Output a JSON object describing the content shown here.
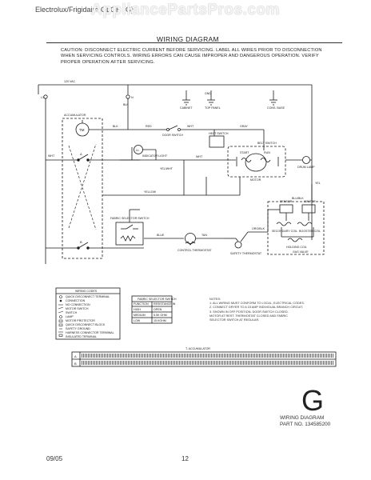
{
  "header": {
    "watermark": "AppliancePartsPros.com",
    "running_title": "Electrolux/Frigidaire  GLGR (G)",
    "title": "WIRING DIAGRAM",
    "caution": "CAUTION: DISCONNECT ELECTRIC CURRENT BEFORE SERVICING. LABEL ALL WIRES PRIOR TO DISCONNECTION WHEN SERVICING CONTROLS. WIRING ERRORS CAN CAUSE IMPROPER AND DANGEROUS OPERATION. VERIFY PROPER OPERATION AFTER SERVICING."
  },
  "diagram": {
    "supply": {
      "voltage": "120 VAC",
      "l1": "L1",
      "n": "N"
    },
    "colors": {
      "line": "#1a1a1a",
      "dashed": "#444444"
    },
    "wire_labels": {
      "blk_top": "BLK",
      "blk_mid": "BLK",
      "red": "RED",
      "wht_top": "WHT",
      "gray": "GRAY",
      "wht_mid": "WHT",
      "yel_wht": "YEL/WHT",
      "yellow": "YELLOW",
      "blue": "BLUE",
      "tan": "TAN",
      "yel": "YEL",
      "org_blk": "ORG/BLK",
      "blu_blk": "BLU/BLK",
      "wht_lower": "WHT",
      "gnd": "GND"
    },
    "components": {
      "accumulator": "ACCUMULATOR",
      "timer_motor": "TM",
      "timer_a": "A",
      "timer_b": "B",
      "door_switch": "DOOR SWITCH",
      "heat_switch": "HEAT SWITCH",
      "indicator_light": "LL",
      "indicator_label": "INDICATOR LIGHT",
      "drive_motor": "MOTOR",
      "start_winding": "START",
      "run_winding": "RUN",
      "belt_switch": "BELT SWITCH",
      "drum_lamp": "DRUM LAMP",
      "fabric_selector": "FABRIC SELECTOR SWITCH",
      "control_thermostat": "CONTROL THERMOSTAT",
      "safety_thermostat": "SAFETY THERMOSTAT",
      "sensor": "SENSOR",
      "igniter": "IGNITER",
      "secondary_coil": "SECONDARY COIL",
      "booster_coil": "BOOSTER COIL",
      "holding_coil": "HOLDING COIL",
      "gas_valve": "GAS VALVE",
      "cabinet_ground": "CABINET",
      "top_panel_ground": "TOP PANEL",
      "cons_ground": "CONS. BASE"
    },
    "legend": {
      "title": "WIRING CODES",
      "items": [
        "QUICK DISCONNECT TERMINAL",
        "CONNECTION",
        "NO CONNECTION",
        "MOTOR SWITCH",
        "SWITCH",
        "LAMP",
        "MOTOR PROTECTOR",
        "QUICK DISCONNECT BLOCK",
        "SAFETY GROUND",
        "HARNESS CONNECTOR TERMINAL",
        "INSULATED TERMINAL"
      ]
    },
    "fabric_table": {
      "title": "FABRIC SELECTOR SWITCH",
      "headers": [
        "FUNCTION",
        "RESISTANCE IN"
      ],
      "rows": [
        [
          "HIGH",
          "OPEN"
        ],
        [
          "MEDIUM",
          "5.5K OHM"
        ],
        [
          "LOW",
          "15 KOHM"
        ]
      ]
    },
    "notes": {
      "title": "NOTES:",
      "items": [
        "1. ALL WIRING MUST CONFORM TO LOCAL, ELECTRICAL CODES.",
        "2. CONNECT DRYER TO A 15 AMP INDIVIDUAL BRANCH CIRCUIT.",
        "3. SHOWN IN OFF POSITION. DOOR SWITCH CLOSED.",
        "   MOTOR AT REST. THERMOSTAT CLOSED AND FABRIC",
        "   SELECTOR SWITCH AT REGULAR."
      ]
    },
    "timer_chart": {
      "title": "T. ACCUMULATOR",
      "rows": [
        "A",
        "B"
      ]
    }
  },
  "footer": {
    "letter": "G",
    "title": "WIRING DIAGRAM",
    "part": "PART NO. 134585200",
    "date": "09/05",
    "page": "12"
  }
}
